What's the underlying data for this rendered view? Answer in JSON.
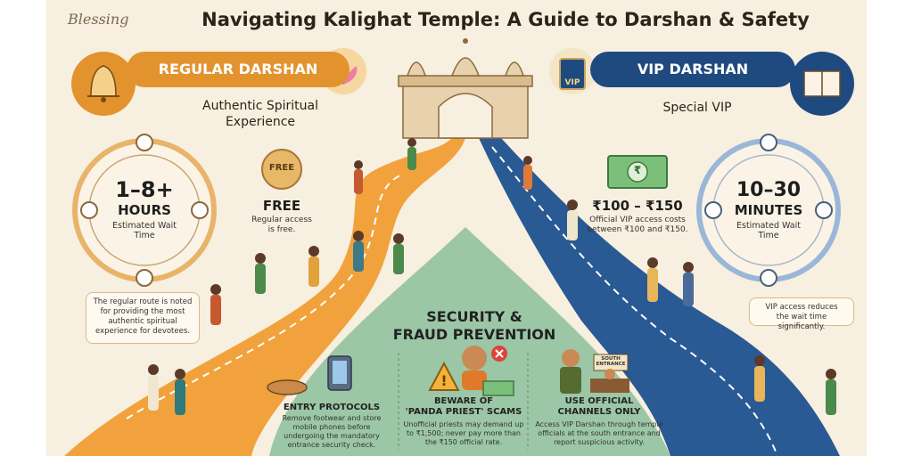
{
  "header": {
    "logo_text": "Blessing",
    "title": "Navigating Kalighat Temple: A Guide to Darshan & Safety"
  },
  "regular": {
    "banner": "REGULAR DARSHAN",
    "subtitle_line1": "Authentic Spiritual",
    "subtitle_line2": "Experience",
    "time_value": "1–8+",
    "time_unit": "HOURS",
    "time_label_line1": "Estimated Wait",
    "time_label_line2": "Time",
    "coin_text": "FREE",
    "cost_title": "FREE",
    "cost_desc_line1": "Regular access",
    "cost_desc_line2": "is free.",
    "note_line1": "The regular route is noted",
    "note_line2": "for providing the most",
    "note_line3": "authentic spiritual",
    "note_line4": "experience for devotees."
  },
  "vip": {
    "banner": "VIP DARSHAN",
    "badge_text": "VIP",
    "subtitle": "Special VIP",
    "cost_symbol": "₹",
    "cost_title": "₹100 – ₹150",
    "cost_desc_line1": "Official VIP access costs",
    "cost_desc_line2": "between ₹100 and ₹150.",
    "time_value": "10–30",
    "time_unit": "MINUTES",
    "time_label_line1": "Estimated Wait",
    "time_label_line2": "Time",
    "note_line1": "VIP access reduces",
    "note_line2": "the wait time significantly."
  },
  "security": {
    "title_line1": "SECURITY &",
    "title_line2": "FRAUD PREVENTION",
    "sign_text": "SOUTH ENTRANCE",
    "col1_title": "ENTRY PROTOCOLS",
    "col1_line1": "Remove footwear and store",
    "col1_line2": "mobile phones before",
    "col1_line3": "undergoing the mandatory",
    "col1_line4": "entrance security check.",
    "col2_title_line1": "BEWARE OF",
    "col2_title_line2": "'PANDA PRIEST' SCAMS",
    "col2_line1": "Unofficial priests may demand up",
    "col2_line2": "to ₹1,500; never pay more than",
    "col2_line3": "the ₹150 official rate.",
    "col3_title_line1": "USE OFFICIAL",
    "col3_title_line2": "CHANNELS ONLY",
    "col3_line1": "Access VIP Darshan through temple",
    "col3_line2": "officials at the south entrance and",
    "col3_line3": "report suspicious activity."
  },
  "colors": {
    "regular_orange": "#e3932e",
    "vip_blue": "#1f4a80",
    "security_green": "#9cc7a6",
    "background": "#f7efdf"
  }
}
